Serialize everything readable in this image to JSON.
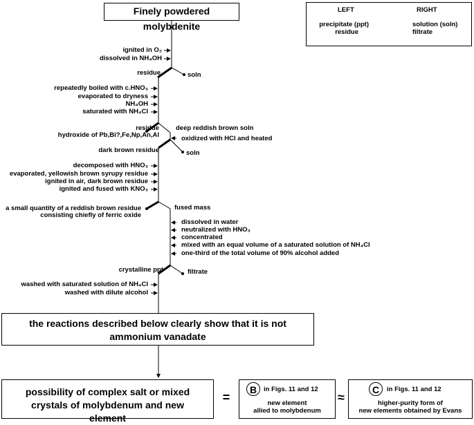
{
  "start_box": "Finely powdered molybdenite",
  "legend": {
    "left_title": "LEFT",
    "right_title": "RIGHT",
    "left_line1": "precipitate (ppt)",
    "left_line2": "residue",
    "right_line1": "solution (soln)",
    "right_line2": "filtrate"
  },
  "steps": {
    "s1": "ignited in O₂",
    "s2": "dissolved in NH₄OH",
    "split1_left": "residue",
    "split1_right": "soln",
    "s3": "repeatedly boiled with c.HNO₃",
    "s4": "evaporated to dryness",
    "s5": "NH₄OH",
    "s6": "saturated with NH₄Cl",
    "split2_left1": "residue",
    "split2_left2": "hydroxide of Pb,Bi?,Fe,Np,An,Al",
    "split2_right": "deep reddish brown soln",
    "s7": "oxidized with HCl and heated",
    "split3_left": "dark brown residue",
    "split3_right": "soln",
    "s8": "decomposed with HNO₃",
    "s9": "evaporated, yellowish brown syrupy residue",
    "s10": "ignited in air, dark brown residue",
    "s11": "ignited and fused with KNO₃",
    "split4_left1": "a small quantity of a reddish brown residue",
    "split4_left2": "consisting chiefly of ferric oxide",
    "split4_right": "fused mass",
    "s12": "dissolved in water",
    "s13": "neutralized with HNO₃",
    "s14": "concentrated",
    "s15": "mixed with an equal volume of a saturated solution of NH₄Cl",
    "s16": "one-third of the total volume of 90% alcohol added",
    "split5_left": "crystalline ppt",
    "split5_right": "filtrate",
    "s17": "washed with saturated solution of NH₄Cl",
    "s18": "washed with dilute alcohol"
  },
  "conclusion_box": "the reactions described below clearly show that it is not ammonium vanadate",
  "bottom": {
    "main_text": "possibility of complex salt or mixed crystals of molybdenum and new element",
    "equals": "=",
    "approx": "≈",
    "b_letter": "B",
    "b_ref": "in Figs. 11 and 12",
    "b_desc1": "new element",
    "b_desc2": "allied to molybdenum",
    "c_letter": "C",
    "c_ref": "in Figs. 11 and 12",
    "c_desc1": "higher-purity form of",
    "c_desc2": "new elements obtained by Evans"
  }
}
